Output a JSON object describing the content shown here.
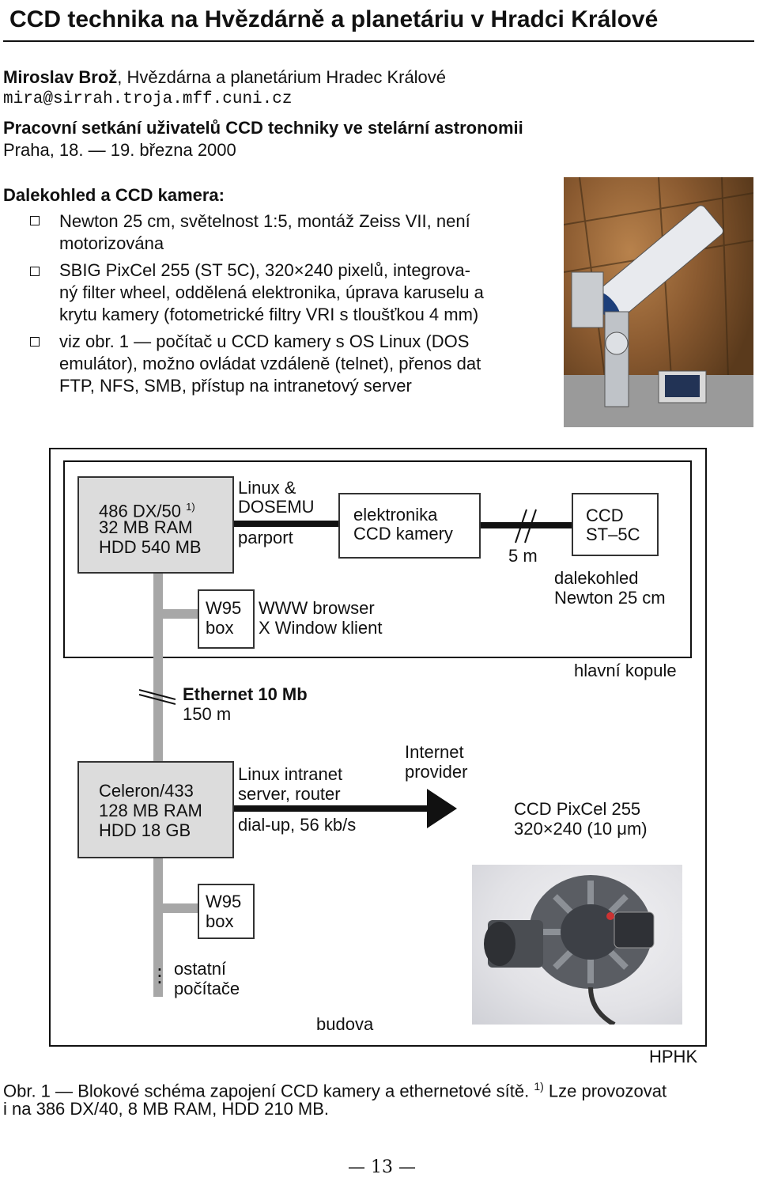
{
  "header": {
    "title": "CCD technika na Hvězdárně a planetáriu v Hradci Králové",
    "author_name": "Miroslav Brož",
    "author_affil": ", Hvězdárna a planetárium Hradec Králové",
    "email": "mira@sirrah.troja.mff.cuni.cz",
    "event": "Pracovní setkání uživatelů CCD techniky ve stelární astronomii",
    "date": "Praha, 18. — 19. března 2000"
  },
  "section": {
    "heading": "Dalekohled a CCD kamera:",
    "bullets": [
      [
        "Newton 25 cm, světelnost 1:5, montáž Zeiss VII, není",
        "motorizována"
      ],
      [
        "SBIG PixCel 255 (ST 5C), 320×240 pixelů, integrova-",
        "ný filter wheel, oddělená elektronika, úprava karuselu a",
        "krytu kamery (fotometrické filtry VRI s tloušťkou 4 mm)"
      ],
      [
        "viz obr. 1 — počítač u CCD kamery s OS Linux (DOS",
        "emulátor), možno ovládat vzdáleně (telnet), přenos dat",
        "FTP, NFS, SMB, přístup na intranetový server"
      ]
    ]
  },
  "diagram": {
    "pc1": [
      "486 DX/50",
      "1)",
      "32 MB RAM",
      "HDD 540 MB"
    ],
    "linux_dosemu": [
      "Linux &",
      "DOSEMU"
    ],
    "parport": "parport",
    "elektronika": [
      "elektronika",
      "CCD kamery"
    ],
    "cable_len": "5 m",
    "ccd_box": [
      "CCD",
      "ST–5C"
    ],
    "dalekohled": [
      "dalekohled",
      "Newton 25 cm"
    ],
    "w95_1": [
      "W95",
      "box"
    ],
    "www": [
      "WWW browser",
      "X Window klient"
    ],
    "kopule": "hlavní kopule",
    "ethernet": "Ethernet 10 Mb",
    "ethernet_len": "150 m",
    "pc2": [
      "Celeron/433",
      "128 MB RAM",
      "HDD 18 GB"
    ],
    "linux_intranet": [
      "Linux intranet",
      "server, router"
    ],
    "dialup": "dial-up, 56 kb/s",
    "provider": [
      "Internet",
      "provider"
    ],
    "pixcel": [
      "CCD PixCel 255",
      "320×240 (10 μm)"
    ],
    "w95_2": [
      "W95",
      "box"
    ],
    "ostatni": [
      "ostatní",
      "počítače"
    ],
    "vdots": "⋮",
    "budova": "budova",
    "hphk": "HPHK"
  },
  "caption": {
    "line1_a": "Obr. 1 — Blokové schéma zapojení CCD kamery a ethernetové sítě.",
    "line1_sup": "1)",
    "line1_b": "Lze provozovat",
    "line2": "i na 386 DX/40, 8 MB RAM, HDD 210 MB."
  },
  "page_number": "— 13 —"
}
